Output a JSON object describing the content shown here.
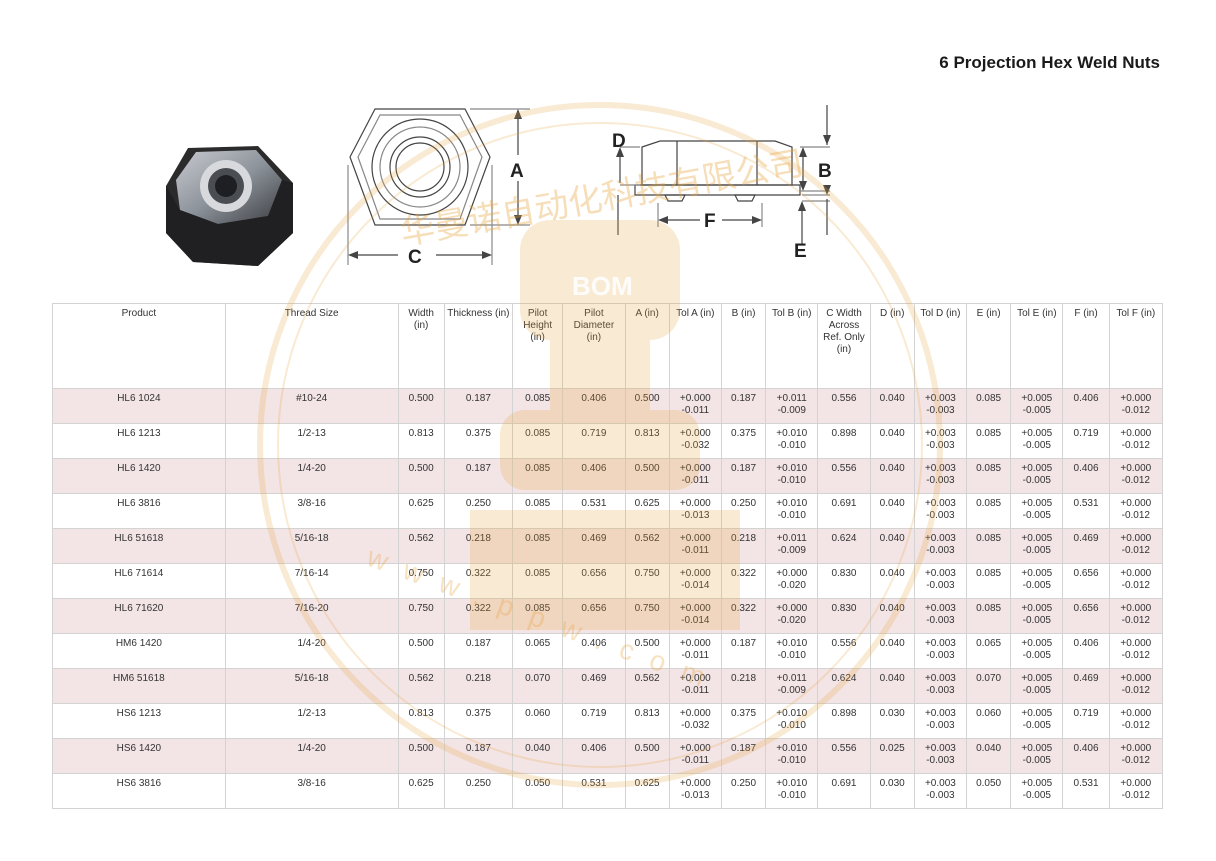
{
  "title": "6 Projection Hex Weld Nuts",
  "diagram_labels": {
    "a": "A",
    "b": "B",
    "c": "C",
    "d": "D",
    "e": "E",
    "f": "F"
  },
  "watermark": {
    "text": "华曼诺自动化科技有限公司",
    "logo": "BOM",
    "url": "www.ppw.com"
  },
  "table": {
    "headers": [
      "Product",
      "Thread Size",
      "Width (in)",
      "Thickness (in)",
      "Pilot Height (in)",
      "Pilot Diameter (in)",
      "A (in)",
      "Tol A (in)",
      "B (in)",
      "Tol B (in)",
      "C Width Across Ref. Only (in)",
      "D (in)",
      "Tol D (in)",
      "E (in)",
      "Tol E (in)",
      "F (in)",
      "Tol F (in)"
    ],
    "rows": [
      [
        "HL6 1024",
        "#10-24",
        "0.500",
        "0.187",
        "0.085",
        "0.406",
        "0.500",
        "+0.000 -0.011",
        "0.187",
        "+0.011 -0.009",
        "0.556",
        "0.040",
        "+0.003 -0.003",
        "0.085",
        "+0.005 -0.005",
        "0.406",
        "+0.000 -0.012"
      ],
      [
        "HL6 1213",
        "1/2-13",
        "0.813",
        "0.375",
        "0.085",
        "0.719",
        "0.813",
        "+0.000 -0.032",
        "0.375",
        "+0.010 -0.010",
        "0.898",
        "0.040",
        "+0.003 -0.003",
        "0.085",
        "+0.005 -0.005",
        "0.719",
        "+0.000 -0.012"
      ],
      [
        "HL6 1420",
        "1/4-20",
        "0.500",
        "0.187",
        "0.085",
        "0.406",
        "0.500",
        "+0.000 -0.011",
        "0.187",
        "+0.010 -0.010",
        "0.556",
        "0.040",
        "+0.003 -0.003",
        "0.085",
        "+0.005 -0.005",
        "0.406",
        "+0.000 -0.012"
      ],
      [
        "HL6 3816",
        "3/8-16",
        "0.625",
        "0.250",
        "0.085",
        "0.531",
        "0.625",
        "+0.000 -0.013",
        "0.250",
        "+0.010 -0.010",
        "0.691",
        "0.040",
        "+0.003 -0.003",
        "0.085",
        "+0.005 -0.005",
        "0.531",
        "+0.000 -0.012"
      ],
      [
        "HL6 51618",
        "5/16-18",
        "0.562",
        "0.218",
        "0.085",
        "0.469",
        "0.562",
        "+0.000 -0.011",
        "0.218",
        "+0.011 -0.009",
        "0.624",
        "0.040",
        "+0.003 -0.003",
        "0.085",
        "+0.005 -0.005",
        "0.469",
        "+0.000 -0.012"
      ],
      [
        "HL6 71614",
        "7/16-14",
        "0.750",
        "0.322",
        "0.085",
        "0.656",
        "0.750",
        "+0.000 -0.014",
        "0.322",
        "+0.000 -0.020",
        "0.830",
        "0.040",
        "+0.003 -0.003",
        "0.085",
        "+0.005 -0.005",
        "0.656",
        "+0.000 -0.012"
      ],
      [
        "HL6 71620",
        "7/16-20",
        "0.750",
        "0.322",
        "0.085",
        "0.656",
        "0.750",
        "+0.000 -0.014",
        "0.322",
        "+0.000 -0.020",
        "0.830",
        "0.040",
        "+0.003 -0.003",
        "0.085",
        "+0.005 -0.005",
        "0.656",
        "+0.000 -0.012"
      ],
      [
        "HM6 1420",
        "1/4-20",
        "0.500",
        "0.187",
        "0.065",
        "0.406",
        "0.500",
        "+0.000 -0.011",
        "0.187",
        "+0.010 -0.010",
        "0.556",
        "0.040",
        "+0.003 -0.003",
        "0.065",
        "+0.005 -0.005",
        "0.406",
        "+0.000 -0.012"
      ],
      [
        "HM6 51618",
        "5/16-18",
        "0.562",
        "0.218",
        "0.070",
        "0.469",
        "0.562",
        "+0.000 -0.011",
        "0.218",
        "+0.011 -0.009",
        "0.624",
        "0.040",
        "+0.003 -0.003",
        "0.070",
        "+0.005 -0.005",
        "0.469",
        "+0.000 -0.012"
      ],
      [
        "HS6 1213",
        "1/2-13",
        "0.813",
        "0.375",
        "0.060",
        "0.719",
        "0.813",
        "+0.000 -0.032",
        "0.375",
        "+0.010 -0.010",
        "0.898",
        "0.030",
        "+0.003 -0.003",
        "0.060",
        "+0.005 -0.005",
        "0.719",
        "+0.000 -0.012"
      ],
      [
        "HS6 1420",
        "1/4-20",
        "0.500",
        "0.187",
        "0.040",
        "0.406",
        "0.500",
        "+0.000 -0.011",
        "0.187",
        "+0.010 -0.010",
        "0.556",
        "0.025",
        "+0.003 -0.003",
        "0.040",
        "+0.005 -0.005",
        "0.406",
        "+0.000 -0.012"
      ],
      [
        "HS6 3816",
        "3/8-16",
        "0.625",
        "0.250",
        "0.050",
        "0.531",
        "0.625",
        "+0.000 -0.013",
        "0.250",
        "+0.010 -0.010",
        "0.691",
        "0.030",
        "+0.003 -0.003",
        "0.050",
        "+0.005 -0.005",
        "0.531",
        "+0.000 -0.012"
      ]
    ]
  }
}
